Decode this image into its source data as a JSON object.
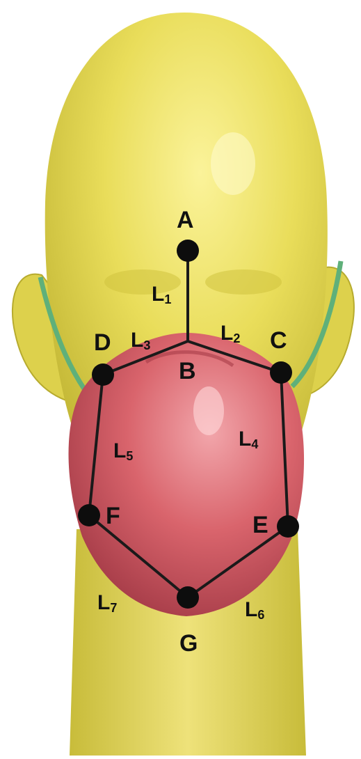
{
  "colors": {
    "head": "#e9dd5a",
    "head_shadow": "#b9ad2c",
    "mask": "#d9646c",
    "mask_shadow": "#a63c48",
    "strap": "#5fb07a",
    "line": "#1a1a1a",
    "node": "#0d0d0d"
  },
  "points": {
    "A": "A",
    "B": "B",
    "C": "C",
    "D": "D",
    "E": "E",
    "F": "F",
    "G": "G"
  },
  "segments": {
    "L1": {
      "letter": "L",
      "sub": "1"
    },
    "L2": {
      "letter": "L",
      "sub": "2"
    },
    "L3": {
      "letter": "L",
      "sub": "3"
    },
    "L4": {
      "letter": "L",
      "sub": "4"
    },
    "L5": {
      "letter": "L",
      "sub": "5"
    },
    "L6": {
      "letter": "L",
      "sub": "6"
    },
    "L7": {
      "letter": "L",
      "sub": "7"
    }
  }
}
